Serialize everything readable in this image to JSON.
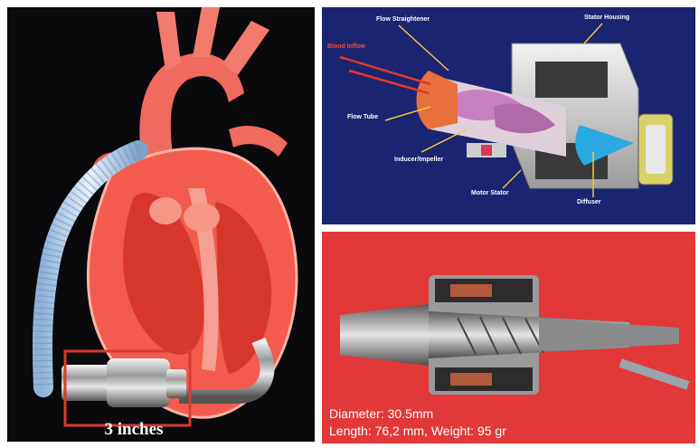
{
  "heart": {
    "scale_label": "3 inches"
  },
  "cutaway": {
    "labels": {
      "flow_straightener": "Flow Straightener",
      "stator_housing": "Stator Housing",
      "blood_inflow": "Blood Inflow",
      "flow_tube": "Flow Tube",
      "inducer_impeller": "Inducer/Impeller",
      "motor_stator": "Motor Stator",
      "diffuser": "Diffuser"
    }
  },
  "photo": {
    "caption_line1": "Diameter: 30.5mm",
    "caption_line2": "Length: 76,2 mm, Weight: 95 gr"
  },
  "colors": {
    "heart_background": "#0a0a0c",
    "cutaway_background": "#1b2470",
    "photo_background": "#e23838",
    "highlight_box": "#d93a30"
  }
}
